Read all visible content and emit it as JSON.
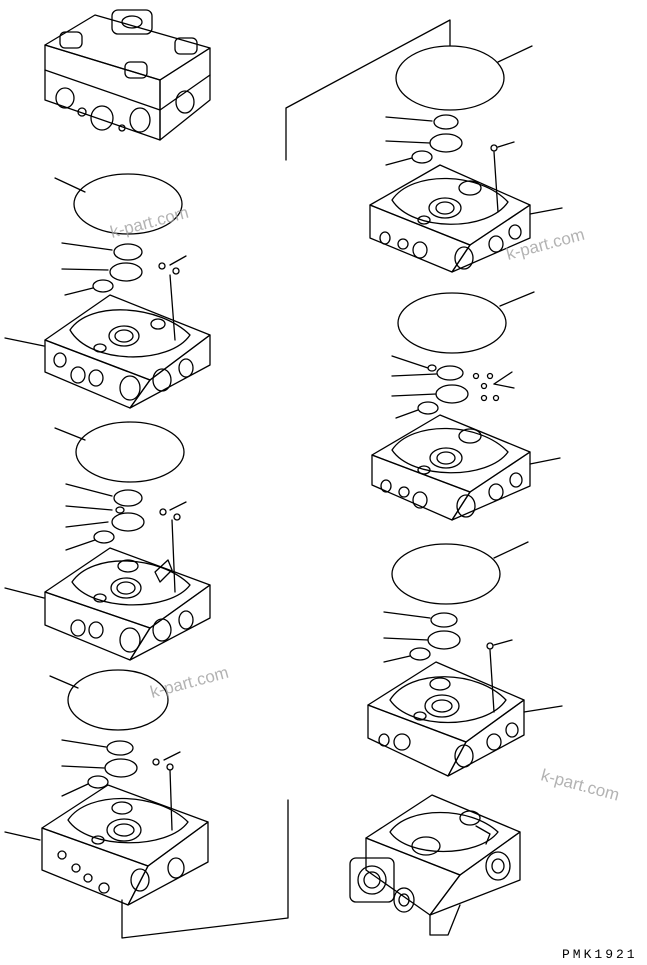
{
  "watermark": {
    "text_a": "k-part.com",
    "text_b": "k-part.com",
    "text_c": "k-part.com",
    "text_d": "k-part.com",
    "color": "#9a9a9a"
  },
  "drawing_code": "PMK1921",
  "line_color": "#000000"
}
